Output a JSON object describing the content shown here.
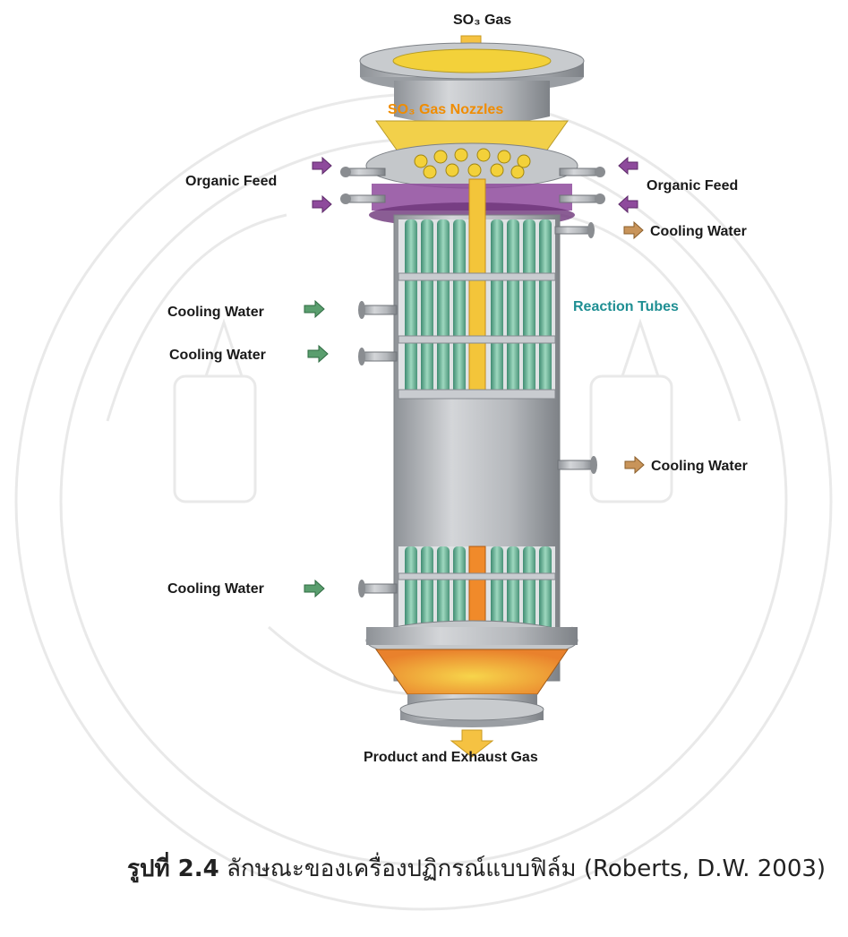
{
  "figure": {
    "labels": {
      "so3_gas": "SO₃ Gas",
      "so3_gas_nozzles": "SO₃ Gas Nozzles",
      "organic_feed_left": "Organic Feed",
      "organic_feed_right": "Organic Feed",
      "cooling_water_right_top": "Cooling Water",
      "cooling_water_left_1": "Cooling Water",
      "cooling_water_left_2": "Cooling Water",
      "reaction_tubes": "Reaction Tubes",
      "cooling_water_right_mid": "Cooling Water",
      "cooling_water_left_bottom": "Cooling Water",
      "product_exhaust": "Product and Exhaust Gas"
    },
    "colors": {
      "so3_arrow": "#f5c242",
      "organic_feed_arrow": "#8e4a9c",
      "cooling_water_arrow_left": "#5a9e6e",
      "cooling_water_arrow_right": "#c8945a",
      "tube_green": "#6fb59a",
      "yellow": "#f3d13a",
      "steel": "#b9bcc0",
      "label_orange": "#f08c00",
      "label_teal": "#1f8f93"
    }
  },
  "caption": {
    "prefix": "รูปที่ 2.4",
    "text": " ลักษณะของเครื่องปฏิกรณ์แบบฟิล์ม (Roberts, D.W. 2003)"
  }
}
